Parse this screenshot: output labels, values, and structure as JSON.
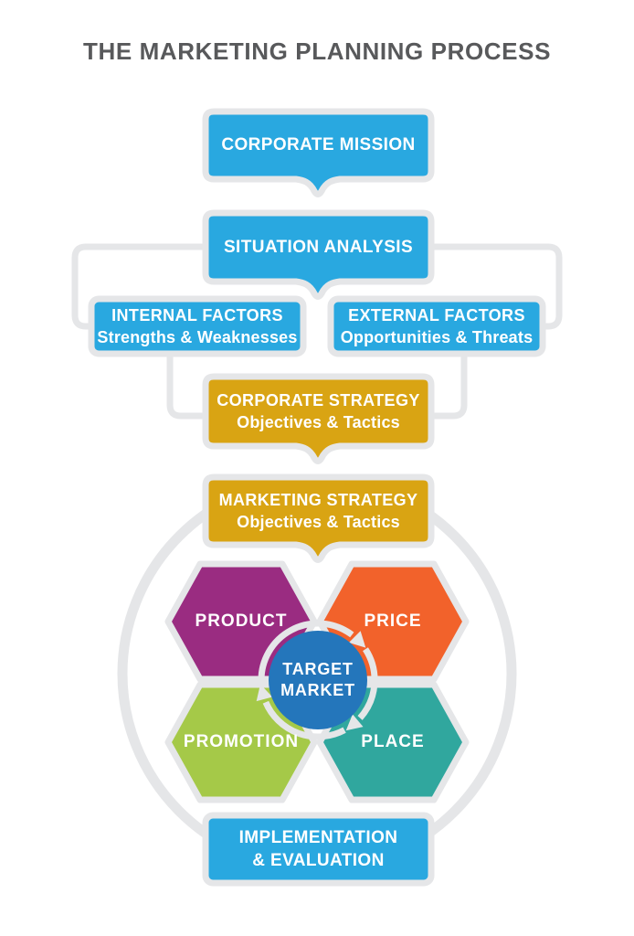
{
  "title": "THE MARKETING PLANNING PROCESS",
  "colors": {
    "box_blue": "#29A8E0",
    "gold": "#D9A413",
    "purple": "#9A2C81",
    "orange": "#F2622B",
    "green": "#A5C948",
    "teal": "#30A79E",
    "target_blue": "#2476BB",
    "line_gray": "#E5E6E8",
    "title_gray": "#58595B",
    "text_white": "#FFFFFF"
  },
  "flow": {
    "corporate_mission": {
      "label": "CORPORATE MISSION"
    },
    "situation_analysis": {
      "label": "SITUATION ANALYSIS"
    },
    "internal_factors": {
      "title": "INTERNAL FACTORS",
      "subtitle": "Strengths & Weaknesses"
    },
    "external_factors": {
      "title": "EXTERNAL FACTORS",
      "subtitle": "Opportunities & Threats"
    },
    "corporate_strategy": {
      "title": "CORPORATE STRATEGY",
      "subtitle": "Objectives & Tactics"
    },
    "marketing_strategy": {
      "title": "MARKETING STRATEGY",
      "subtitle": "Objectives & Tactics"
    },
    "implementation": {
      "line1": "IMPLEMENTATION",
      "line2": "& EVALUATION"
    }
  },
  "marketing_mix": {
    "product": {
      "label": "PRODUCT"
    },
    "price": {
      "label": "PRICE"
    },
    "promotion": {
      "label": "PROMOTION"
    },
    "place": {
      "label": "PLACE"
    },
    "target_market": {
      "line1": "TARGET",
      "line2": "MARKET"
    }
  }
}
